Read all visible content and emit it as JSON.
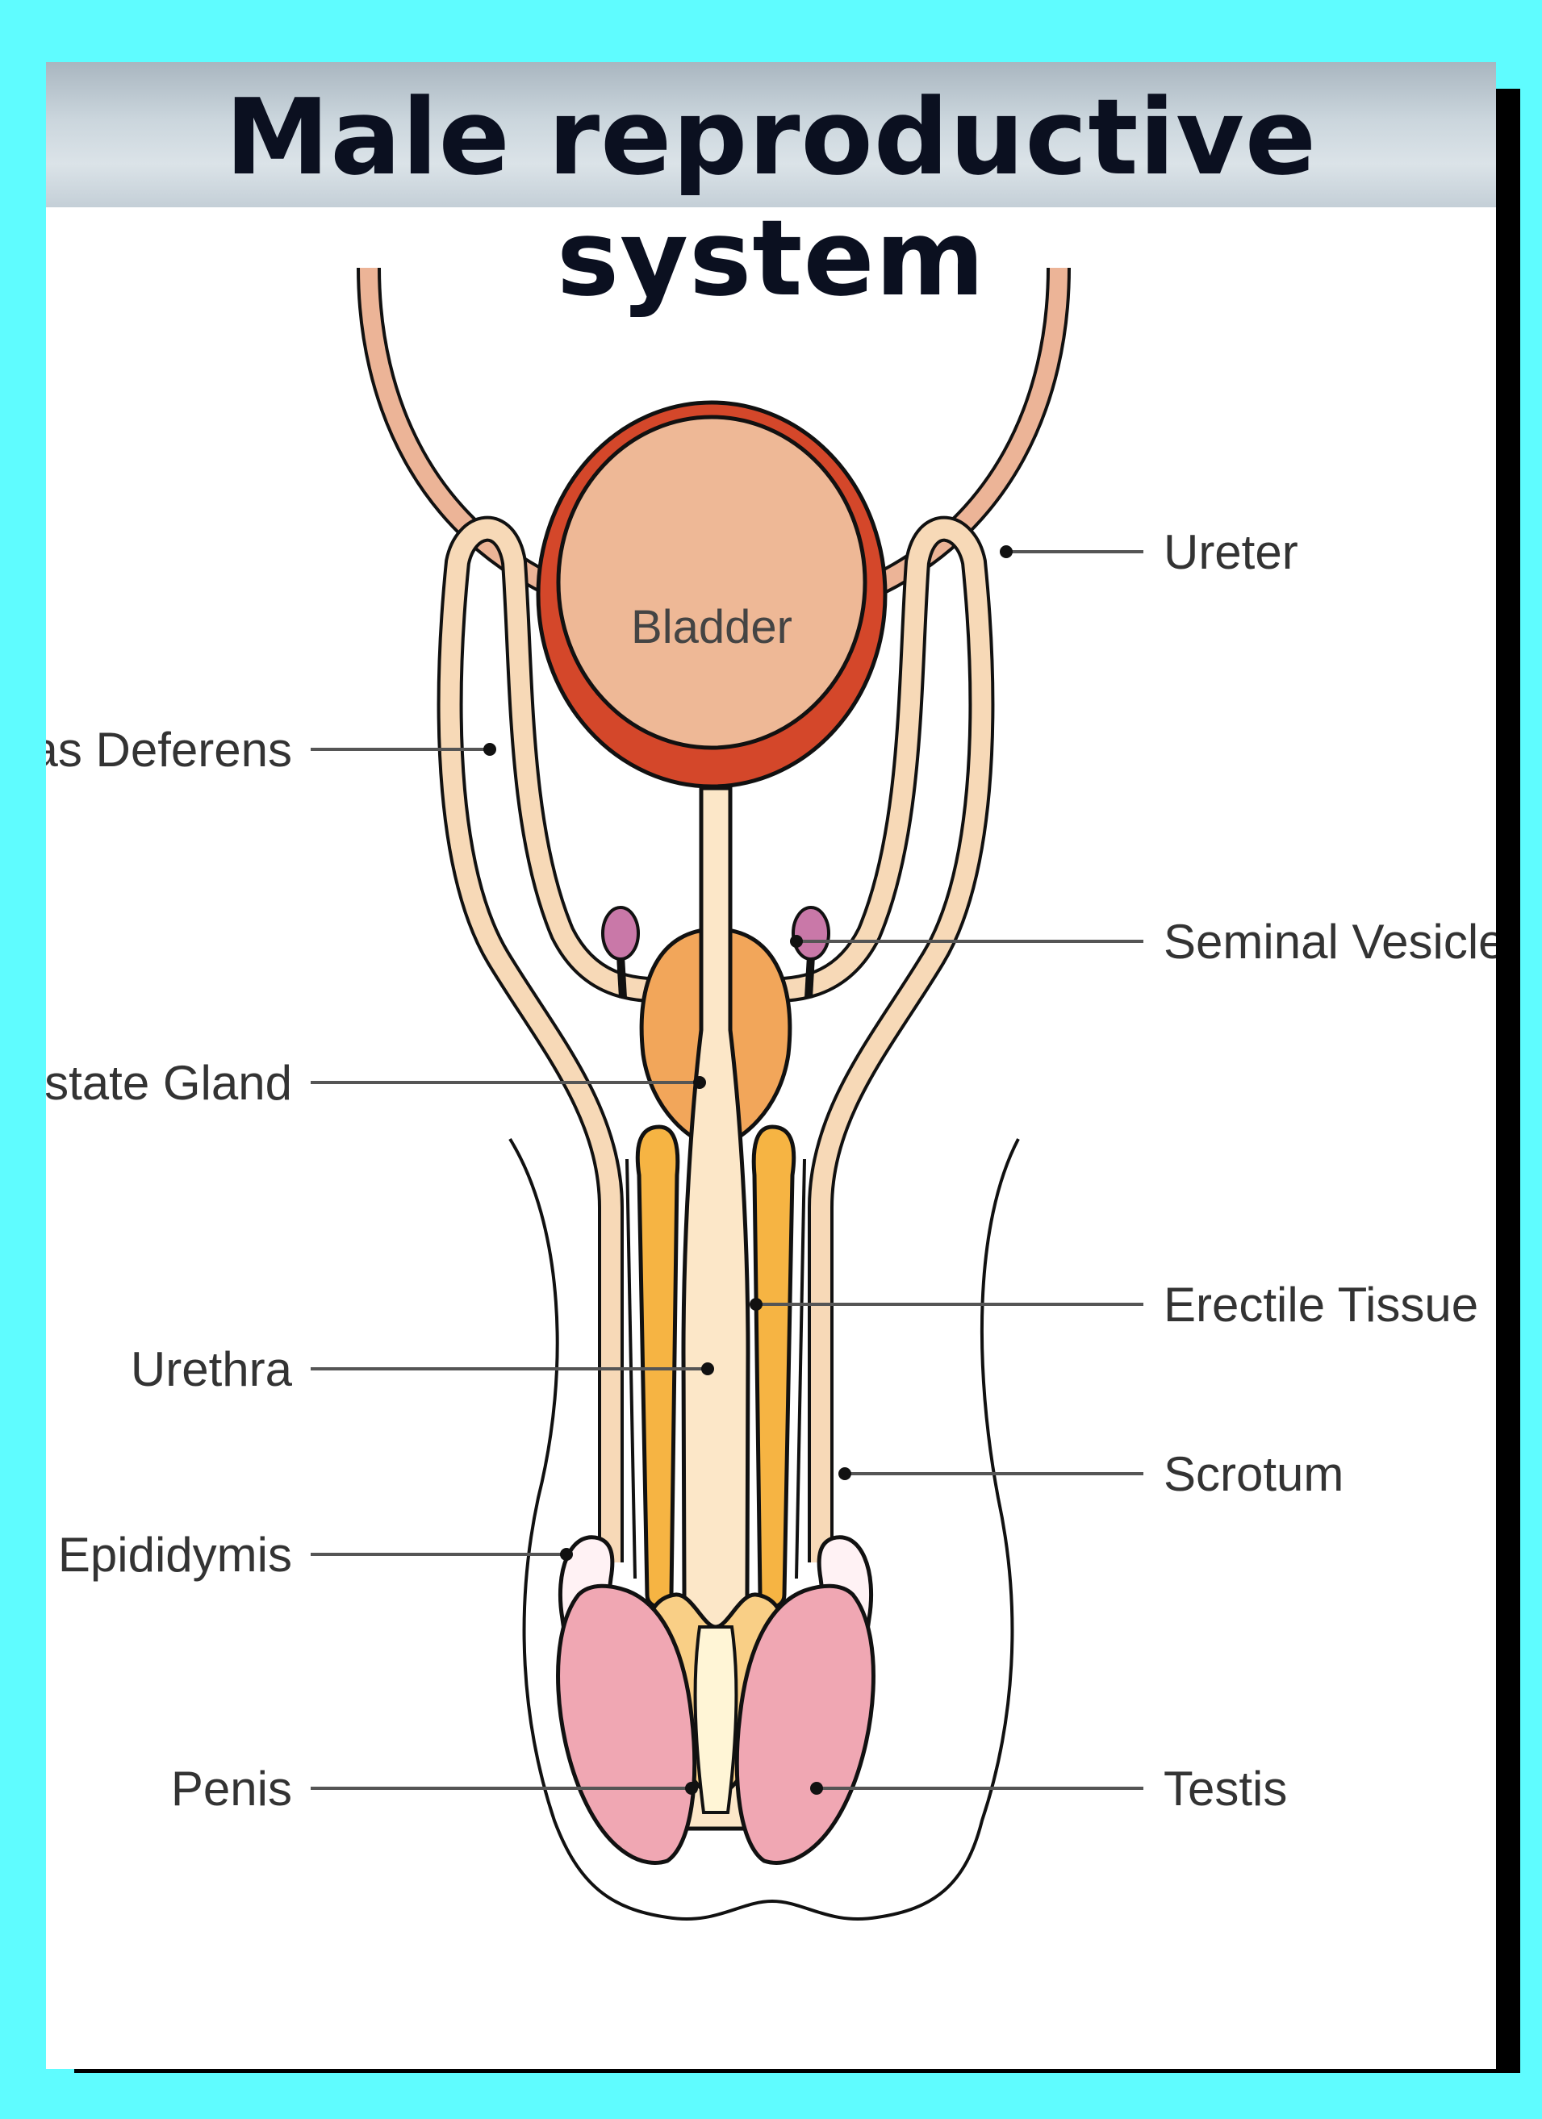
{
  "title": "Male reproductive system",
  "labels": {
    "bladder": "Bladder",
    "ureter": "Ureter",
    "vas_deferens": "Vas Deferens",
    "seminal_vesicle": "Seminal Vesicle",
    "prostate_gland": "Prostate Gland",
    "erectile_tissue": "Erectile Tissue",
    "urethra": "Urethra",
    "scrotum": "Scrotum",
    "epididymis": "Epididymis",
    "penis": "Penis",
    "testis": "Testis"
  },
  "colors": {
    "background": "#5ffcff",
    "bladder_wall": "#d4472a",
    "bladder_inner": "#eeb896",
    "tube": "#ecb497",
    "vas": "#f7d9b7",
    "prostate": "#f2a65a",
    "erectile": "#f6b443",
    "urethra": "#fce7c8",
    "testis": "#f0a7b3",
    "seminal_vesicle": "#c978a8"
  }
}
